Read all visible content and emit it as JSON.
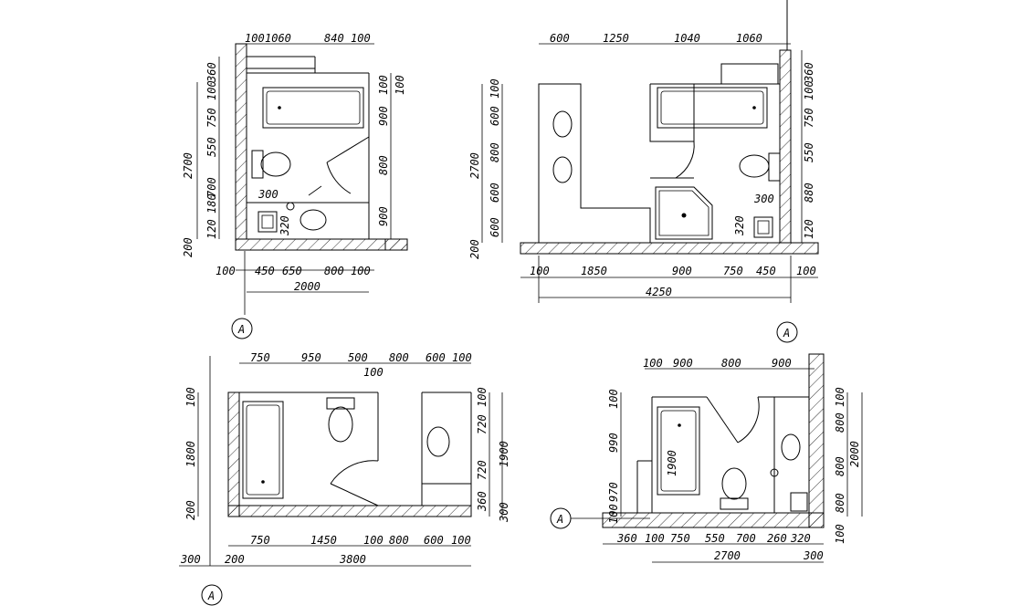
{
  "plans": [
    {
      "top": [
        "100",
        "1060",
        "840",
        "100"
      ],
      "left": [
        "360",
        "100",
        "750",
        "550",
        "700",
        "180",
        "120",
        "2700",
        "200"
      ],
      "right": [
        "100",
        "100",
        "900",
        "800",
        "900"
      ],
      "bottom": [
        "100",
        "450",
        "650",
        "800",
        "100"
      ],
      "total": "2000",
      "inner": [
        "300",
        "320"
      ],
      "marker": "A"
    },
    {
      "top": [
        "600",
        "1250",
        "1040",
        "1060"
      ],
      "left": [
        "100",
        "600",
        "800",
        "600",
        "600",
        "2700",
        "200"
      ],
      "right": [
        "360",
        "100",
        "750",
        "550",
        "880",
        "120"
      ],
      "bottom": [
        "100",
        "1850",
        "900",
        "750",
        "450",
        "100"
      ],
      "total": "4250",
      "inner": [
        "300",
        "320"
      ],
      "marker": "A"
    },
    {
      "top": [
        "750",
        "950",
        "500",
        "800",
        "600",
        "100"
      ],
      "top_extra": "100",
      "left": [
        "100",
        "1800",
        "200"
      ],
      "right": [
        "100",
        "720",
        "720",
        "360",
        "1900",
        "300"
      ],
      "bottom": [
        "750",
        "1450",
        "100",
        "800",
        "600",
        "100"
      ],
      "total": "3800",
      "outer": [
        "300",
        "200"
      ],
      "marker": "A"
    },
    {
      "top": [
        "100",
        "900",
        "800",
        "900"
      ],
      "left": [
        "100",
        "990",
        "970",
        "100"
      ],
      "right": [
        "100",
        "800",
        "800",
        "800",
        "2000",
        "100"
      ],
      "bottom": [
        "360",
        "100",
        "750",
        "550",
        "700",
        "260",
        "320"
      ],
      "total": "2700",
      "total_extra": "300",
      "inner": [
        "1900"
      ],
      "marker": "A"
    }
  ]
}
